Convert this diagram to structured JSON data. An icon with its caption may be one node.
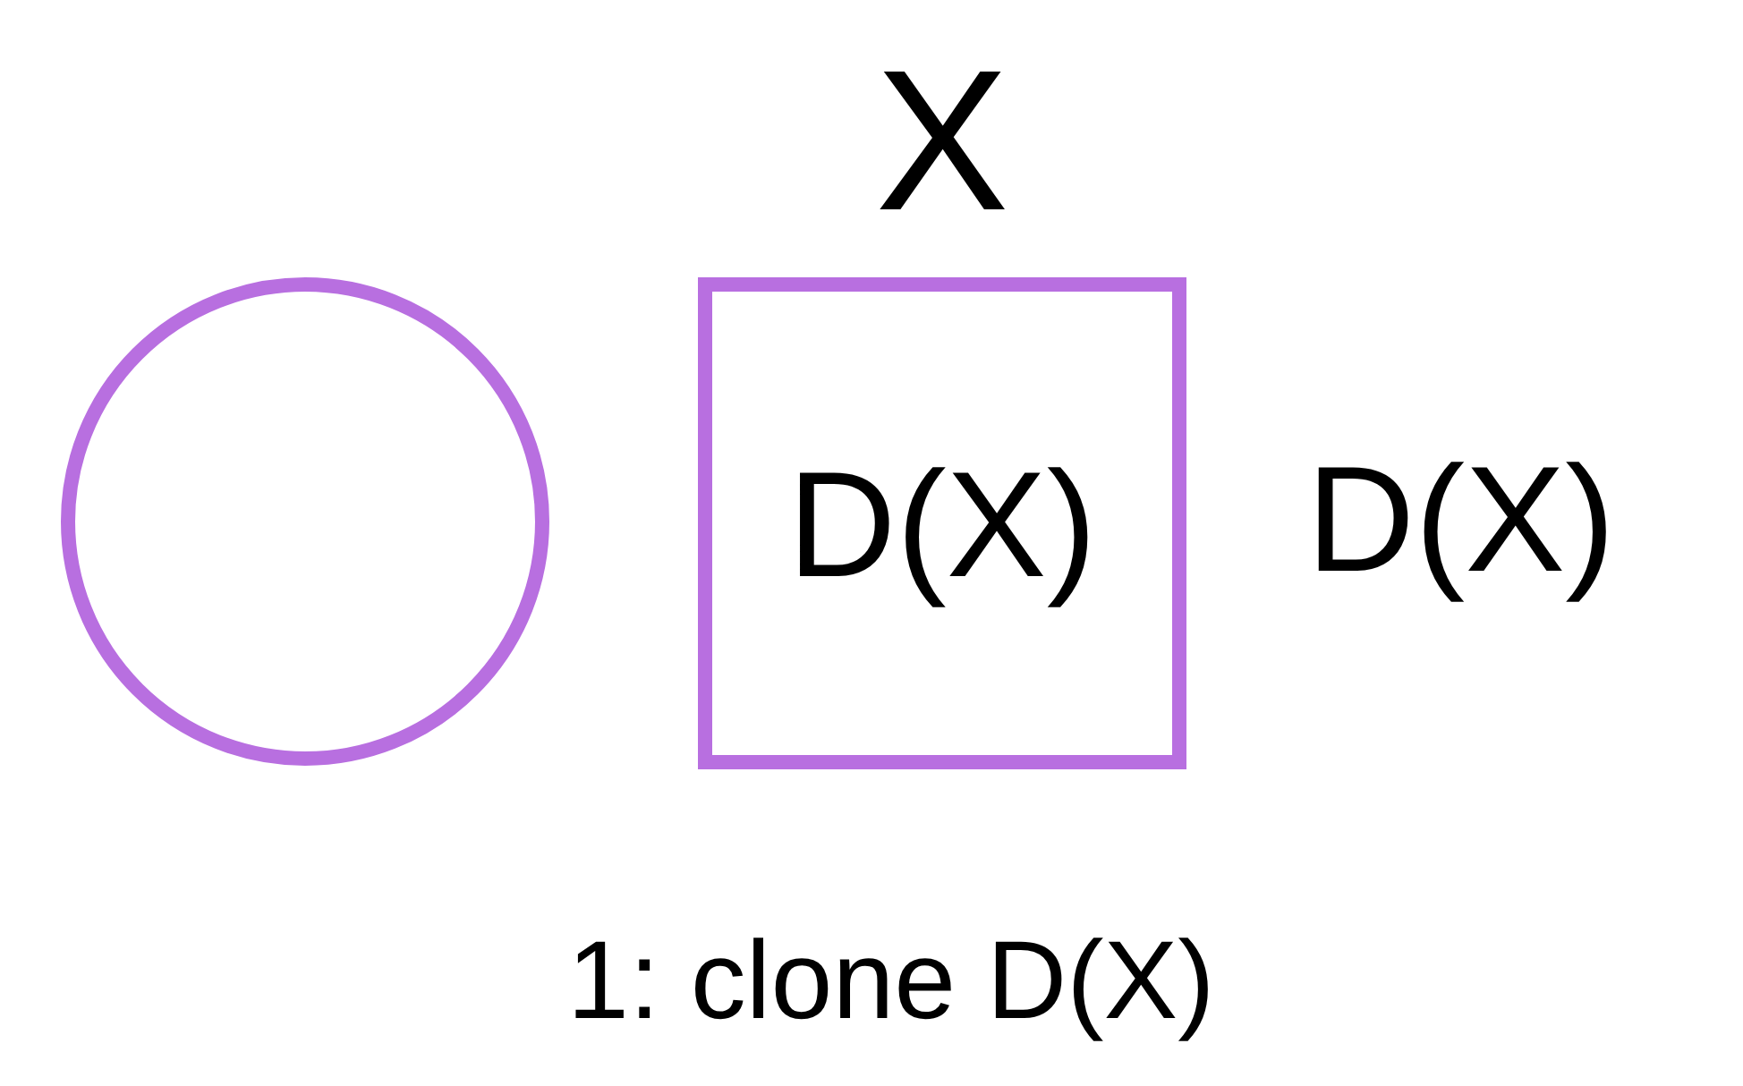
{
  "diagram": {
    "nodes": [
      {
        "text": [],
        "shape": "circle"
      },
      {
        "text": [
          "X",
          "D(X)"
        ]
      }
    ],
    "labels": [
      "D(X)",
      "1: clone D(X)"
    ]
  }
}
